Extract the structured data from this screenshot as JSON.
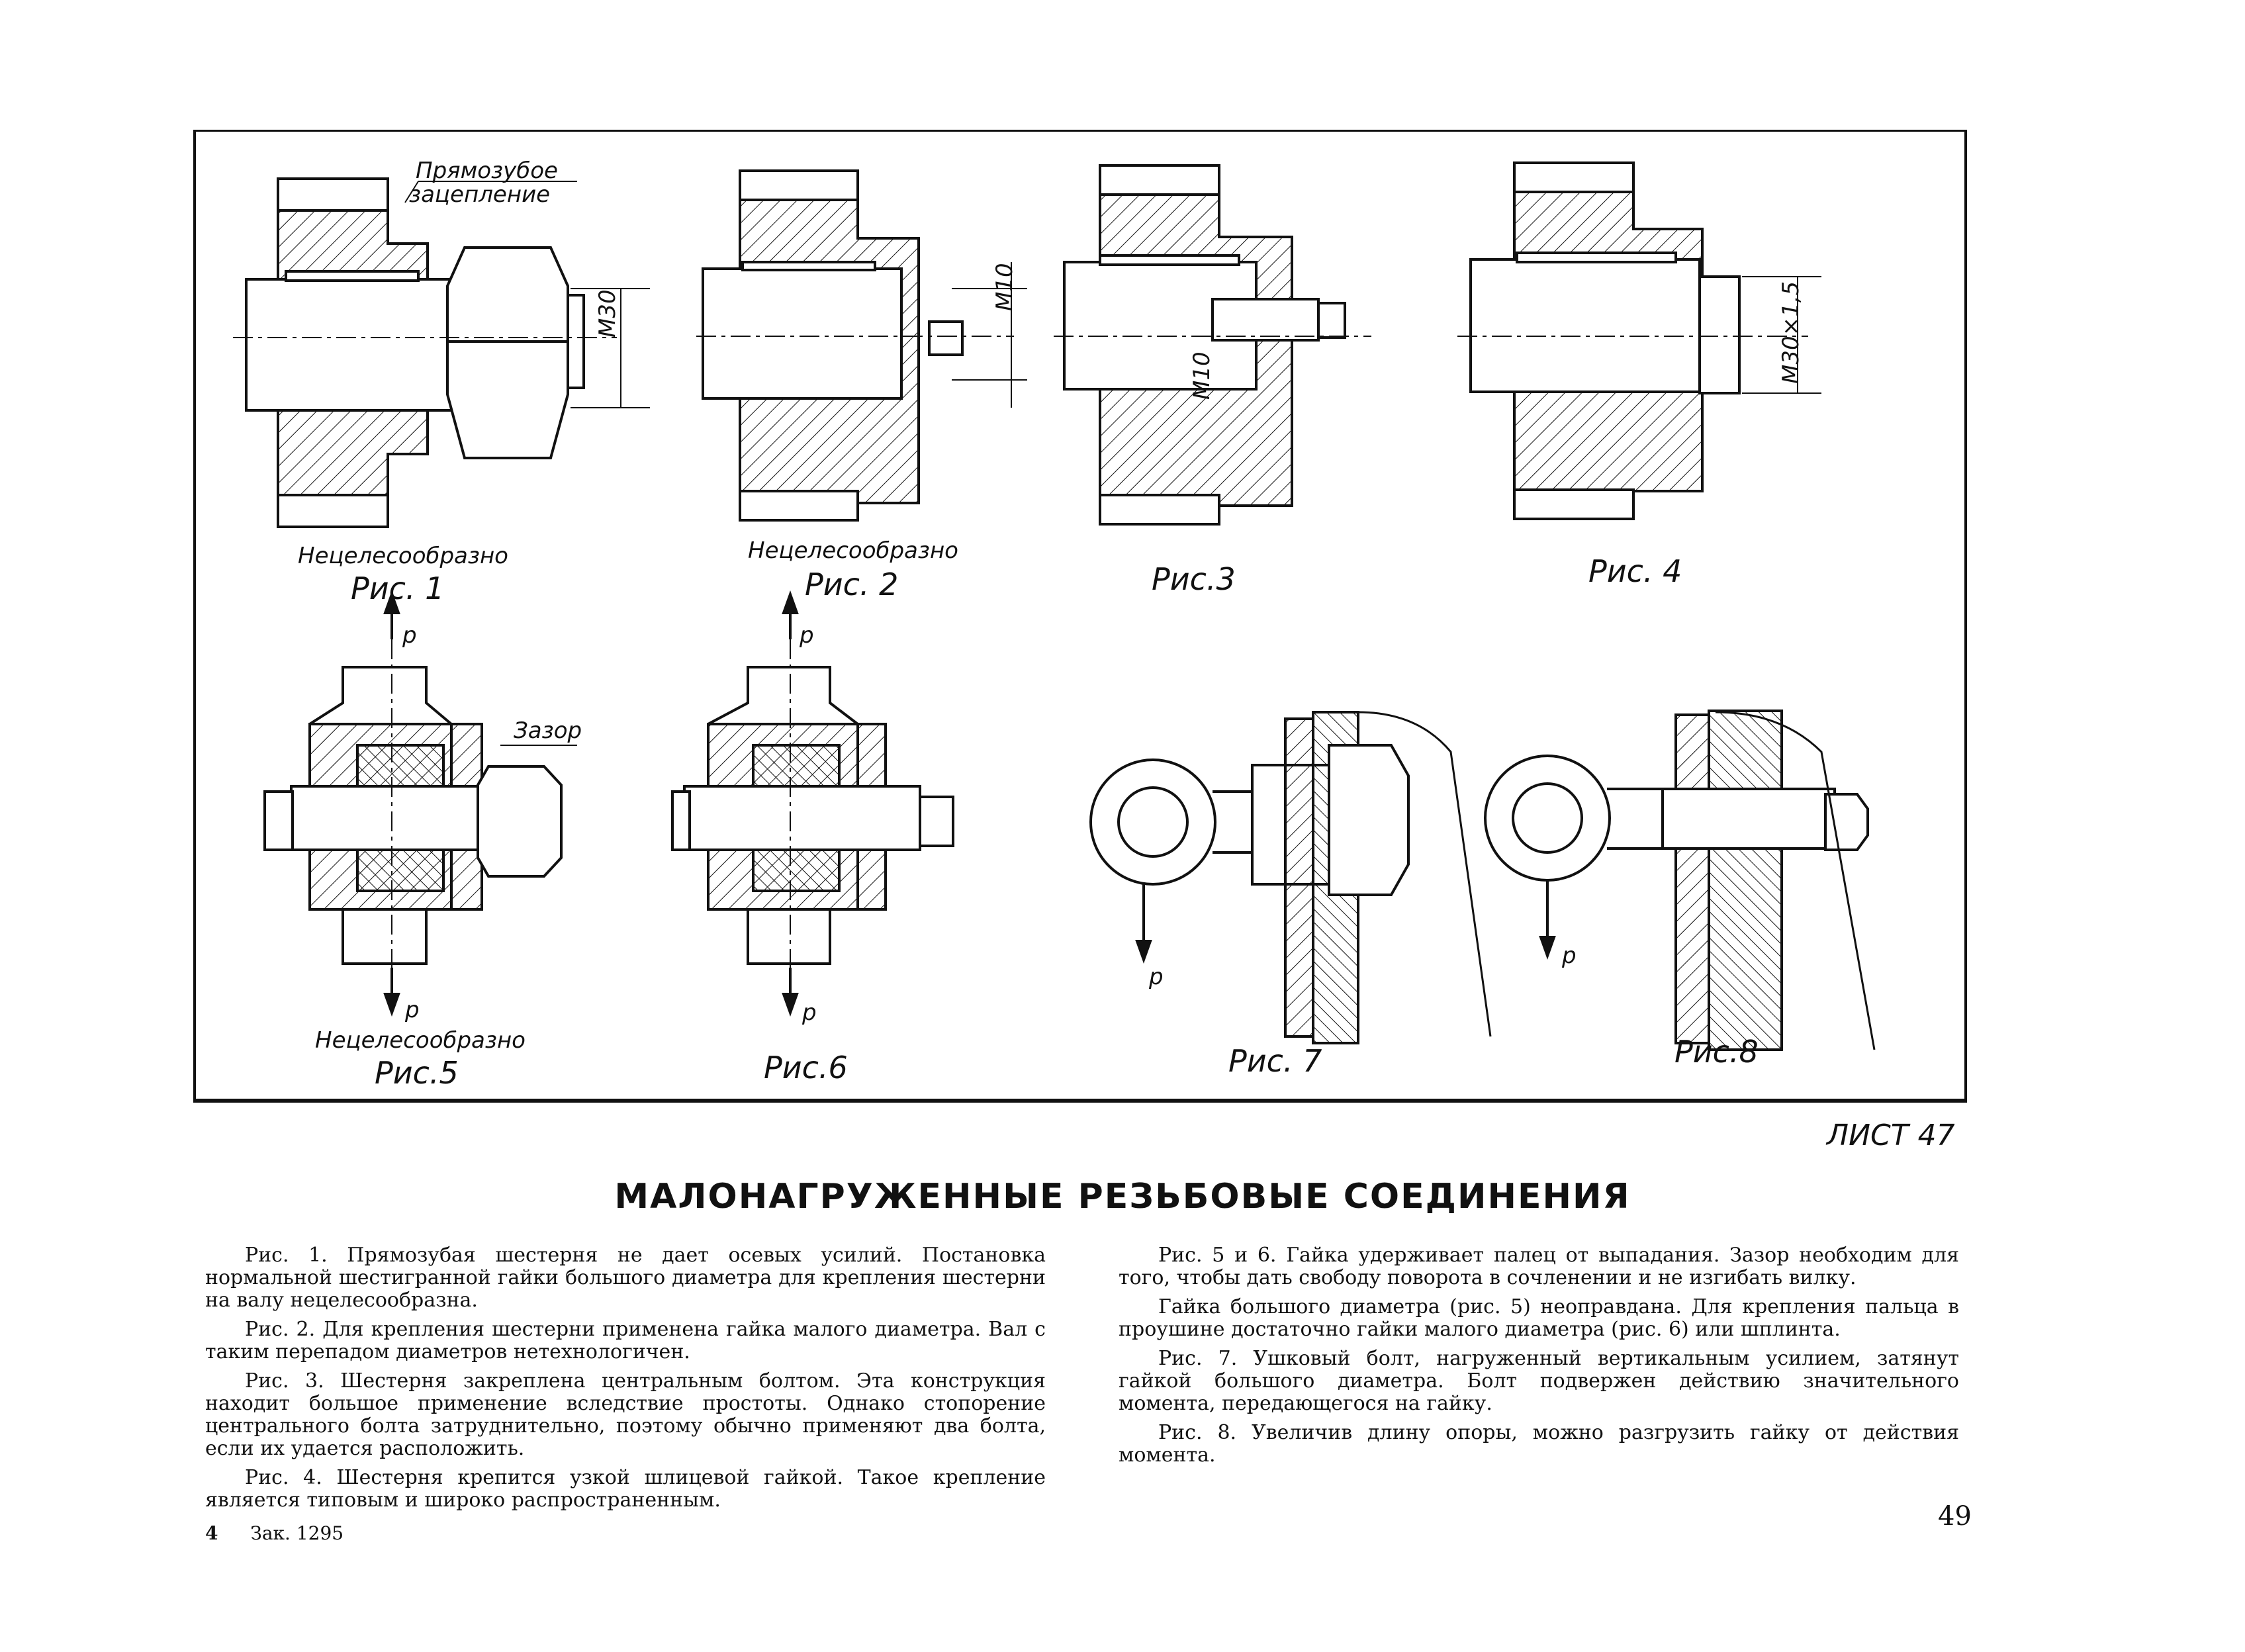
{
  "labels": {
    "spur_gear_line1": "Прямозубое",
    "spur_gear_line2": "зацепление",
    "dim_m30": "М30",
    "dim_m10_a": "М10",
    "dim_m10_b": "М10",
    "dim_m30x15": "М30×1,5",
    "gap": "Зазор",
    "force_p": "p"
  },
  "figures": [
    {
      "note": "Нецелесообразно",
      "caption": "Рис. 1"
    },
    {
      "note": "Нецелесообразно",
      "caption": "Рис. 2"
    },
    {
      "note": "",
      "caption": "Рис.3"
    },
    {
      "note": "",
      "caption": "Рис. 4"
    },
    {
      "note": "Нецелесообразно",
      "caption": "Рис.5"
    },
    {
      "note": "",
      "caption": "Рис.6"
    },
    {
      "note": "",
      "caption": "Рис. 7"
    },
    {
      "note": "",
      "caption": "Рис.8"
    }
  ],
  "sheet_label": "ЛИСТ 47",
  "title": "МАЛОНАГРУЖЕННЫЕ РЕЗЬБОВЫЕ СОЕДИНЕНИЯ",
  "left_column": [
    "Рис. 1. Прямозубая шестерня не дает осевых усилий. Постановка нормальной шестигранной гайки большого диаметра для крепления шестерни на валу нецелесообразна.",
    "Рис. 2. Для крепления шестерни применена гайка малого диаметра. Вал с таким перепадом диаметров нетехнологичен.",
    "Рис. 3. Шестерня закреплена центральным болтом. Эта конструкция находит большое применение вследствие простоты. Однако стопорение центрального болта затруднительно, поэтому обычно применяют два болта, если их удается расположить.",
    "Рис. 4. Шестерня крепится узкой шлицевой гайкой. Такое крепление является типовым и широко распространенным."
  ],
  "right_column": [
    "Рис. 5 и 6. Гайка удерживает палец от выпадания. Зазор необходим для того, чтобы дать свободу поворота в сочленении и не изгибать вилку.",
    "Гайка большого диаметра (рис. 5) неоправдана. Для крепления пальца в проушине достаточно гайки малого диаметра (рис. 6) или шплинта.",
    "Рис. 7. Ушковый болт, нагруженный вертикальным усилием, затянут гайкой большого диаметра. Болт подвержен действию значительного момента, передающегося на гайку.",
    "Рис. 8. Увеличив длину опоры, можно разгрузить гайку от действия момента."
  ],
  "footer": {
    "number": "4",
    "order": "Зак. 1295"
  },
  "page_number": "49"
}
